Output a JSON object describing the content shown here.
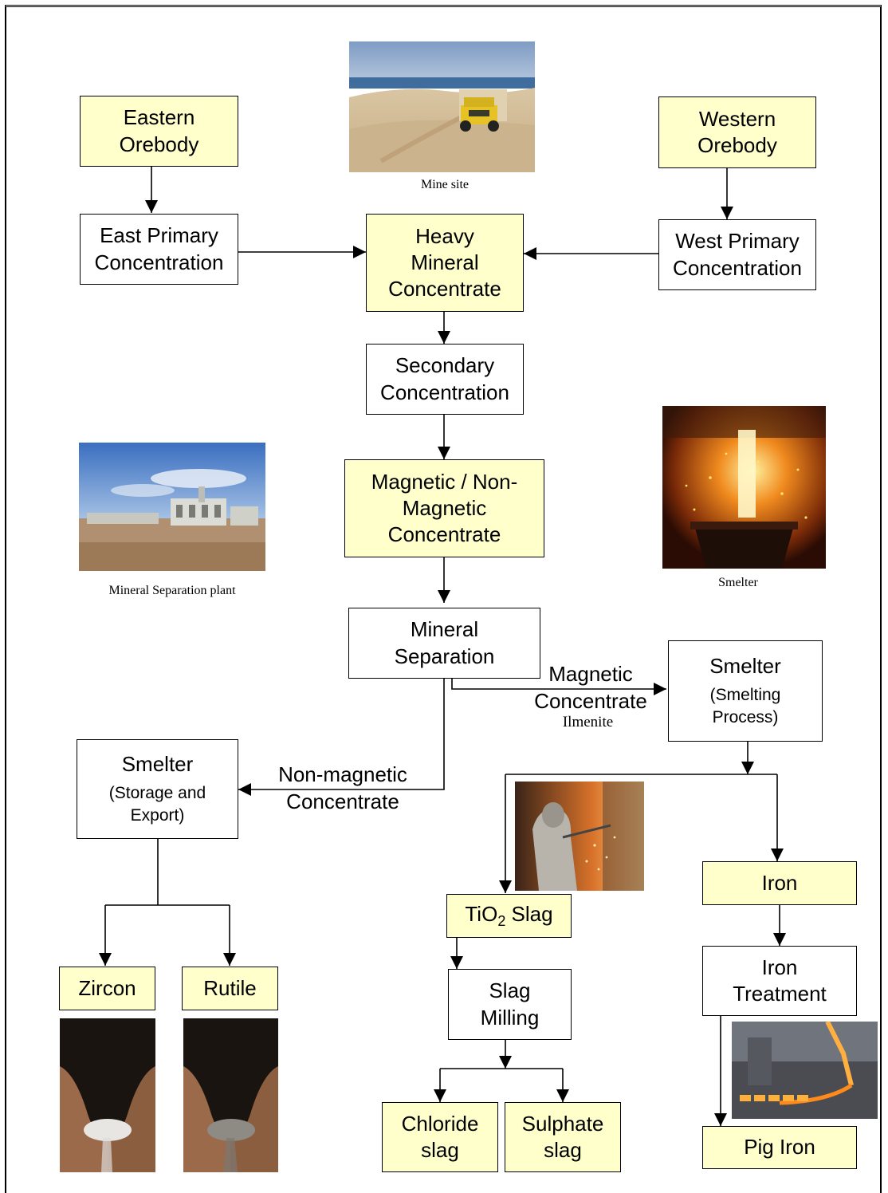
{
  "nodes": {
    "eastern_orebody": [
      "Eastern",
      "Orebody"
    ],
    "western_orebody": [
      "Western",
      "Orebody"
    ],
    "east_primary": [
      "East Primary",
      "Concentration"
    ],
    "west_primary": [
      "West Primary",
      "Concentration"
    ],
    "heavy_mineral": [
      "Heavy",
      "Mineral",
      "Concentrate"
    ],
    "secondary": [
      "Secondary",
      "Concentration"
    ],
    "magnetic_nonmagnetic": [
      "Magnetic / Non-",
      "Magnetic",
      "Concentrate"
    ],
    "mineral_separation": [
      "Mineral",
      "Separation"
    ],
    "smelter_process": {
      "title": "Smelter",
      "sub": [
        "(Smelting",
        "Process)"
      ]
    },
    "smelter_storage": {
      "title": "Smelter",
      "sub": [
        "(Storage and",
        "Export)"
      ]
    },
    "zircon": "Zircon",
    "rutile": "Rutile",
    "tio2_slag": {
      "pre": "TiO",
      "subscript": "2",
      "post": " Slag"
    },
    "slag_milling": [
      "Slag",
      "Milling"
    ],
    "chloride_slag": [
      "Chloride",
      "slag"
    ],
    "sulphate_slag": [
      "Sulphate",
      "slag"
    ],
    "iron": "Iron",
    "iron_treatment": [
      "Iron",
      "Treatment"
    ],
    "pig_iron": "Pig Iron"
  },
  "edge_labels": {
    "magnetic": [
      "Magnetic",
      "Concentrate"
    ],
    "ilmenite": "Ilmenite",
    "non_magnetic": [
      "Non-magnetic",
      "Concentrate"
    ]
  },
  "captions": {
    "mine_site": "Mine site",
    "mineral_separation_plant": "Mineral Separation plant",
    "smelter": "Smelter"
  },
  "colors": {
    "highlight_fill": "#ffffcc",
    "plain_fill": "#ffffff",
    "line": "#000000"
  }
}
